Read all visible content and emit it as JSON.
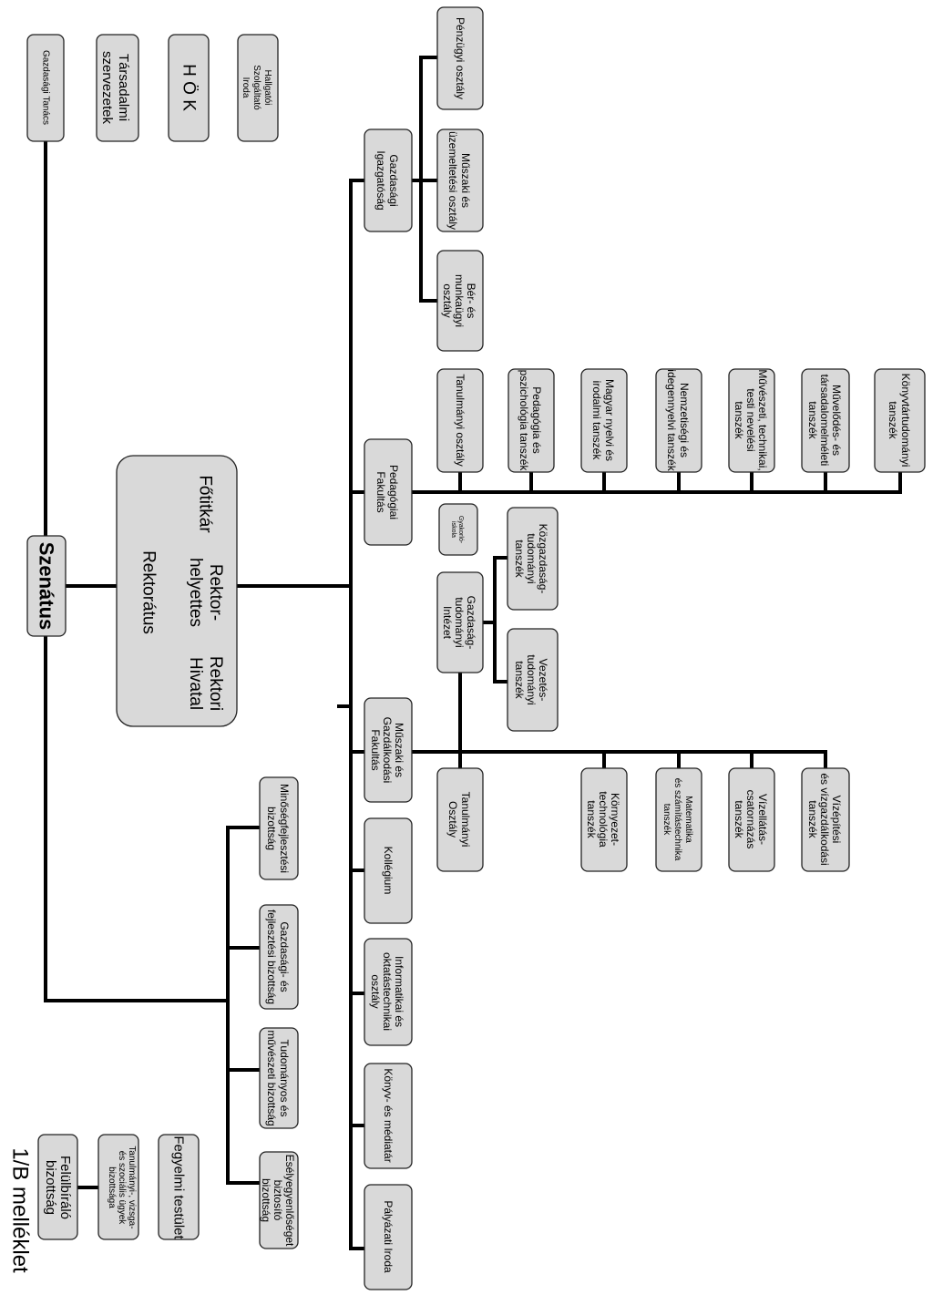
{
  "title": "1/B melléklet",
  "senate": "Szenátus",
  "rectorate": {
    "title": "Rektorátus",
    "columns": [
      "Rektori Hivatal",
      "Rektor- helyettes",
      "Főtitkár"
    ]
  },
  "senate_bodies": [
    "Gazdasági Tanács",
    "Társadalmi szervezetek",
    "H Ö K",
    "Hallgatói Szolgáltató Iroda"
  ],
  "committees": [
    "Minőségfejlesztési bizottság",
    "Gazdasági- és fejlesztési bizottság",
    "Tudományos és művészeti bizottság",
    "Esélyegyenlőséget biztosító bizottság"
  ],
  "other_bodies": [
    "Felülbíráló bizottság",
    "Tanulmányi-, vizsga- és szociális ügyek bizottsága",
    "Fegyelmi testület"
  ],
  "units": {
    "gazdasagi_igazgatosag": "Gazdasági Igazgatóság",
    "penzugyi": "Pénzügyi osztály",
    "muszaki_uzemeltetesi": "Műszaki és üzemeltetési osztály",
    "ber_munkaugyi": "Bér- és munkaügyi osztály",
    "pedagogiai_fakultas": "Pedagógiai Fakultás",
    "ped_tanulmanyi": "Tanulmányi osztály",
    "ped_pszichologia": "Pedagógia és pszichológia tanszék",
    "ped_magyar": "Magyar nyelvi és irodalmi tanszék",
    "ped_nemzetisegi": "Nemzetiségi és idegennyelvi tanszék",
    "ped_muveszeti": "Művészeti, technikai, testi nevelési tanszék",
    "ped_muvelodes": "Művelődés- és társadalomelméleti tanszék",
    "ped_konyvtar": "Könyvtártudományi tanszék",
    "gyakorlo_iskola": "Gyakorló- iskola",
    "gazd_intezet": "Gazdaság- tudományi Intézet",
    "kozgazd_tanszek": "Közgazdaság- tudományi tanszék",
    "vezetes_tanszek": "Vezetés- tudományi tanszék",
    "muszaki_fakultas": "Műszaki és Gazdálkodási Fakultás",
    "musz_tanulmanyi": "Tanulmányi Osztály",
    "kornyezet_tanszek": "Környezet- technológia tanszék",
    "matematika_tanszek": "Matematika és számítástechnika tanszék",
    "vizellatas_tanszek": "Vízellátás- csatornázás tanszék",
    "vizepitesi_tanszek": "Vízépítési és vízgazdálkodási tanszék",
    "kollegium": "Kollégium",
    "informatikai": "Informatikai és oktatástechnikai osztály",
    "konyv_mediatar": "Könyv- és médiatár",
    "palyazati_iroda": "Pályázati Iroda"
  }
}
